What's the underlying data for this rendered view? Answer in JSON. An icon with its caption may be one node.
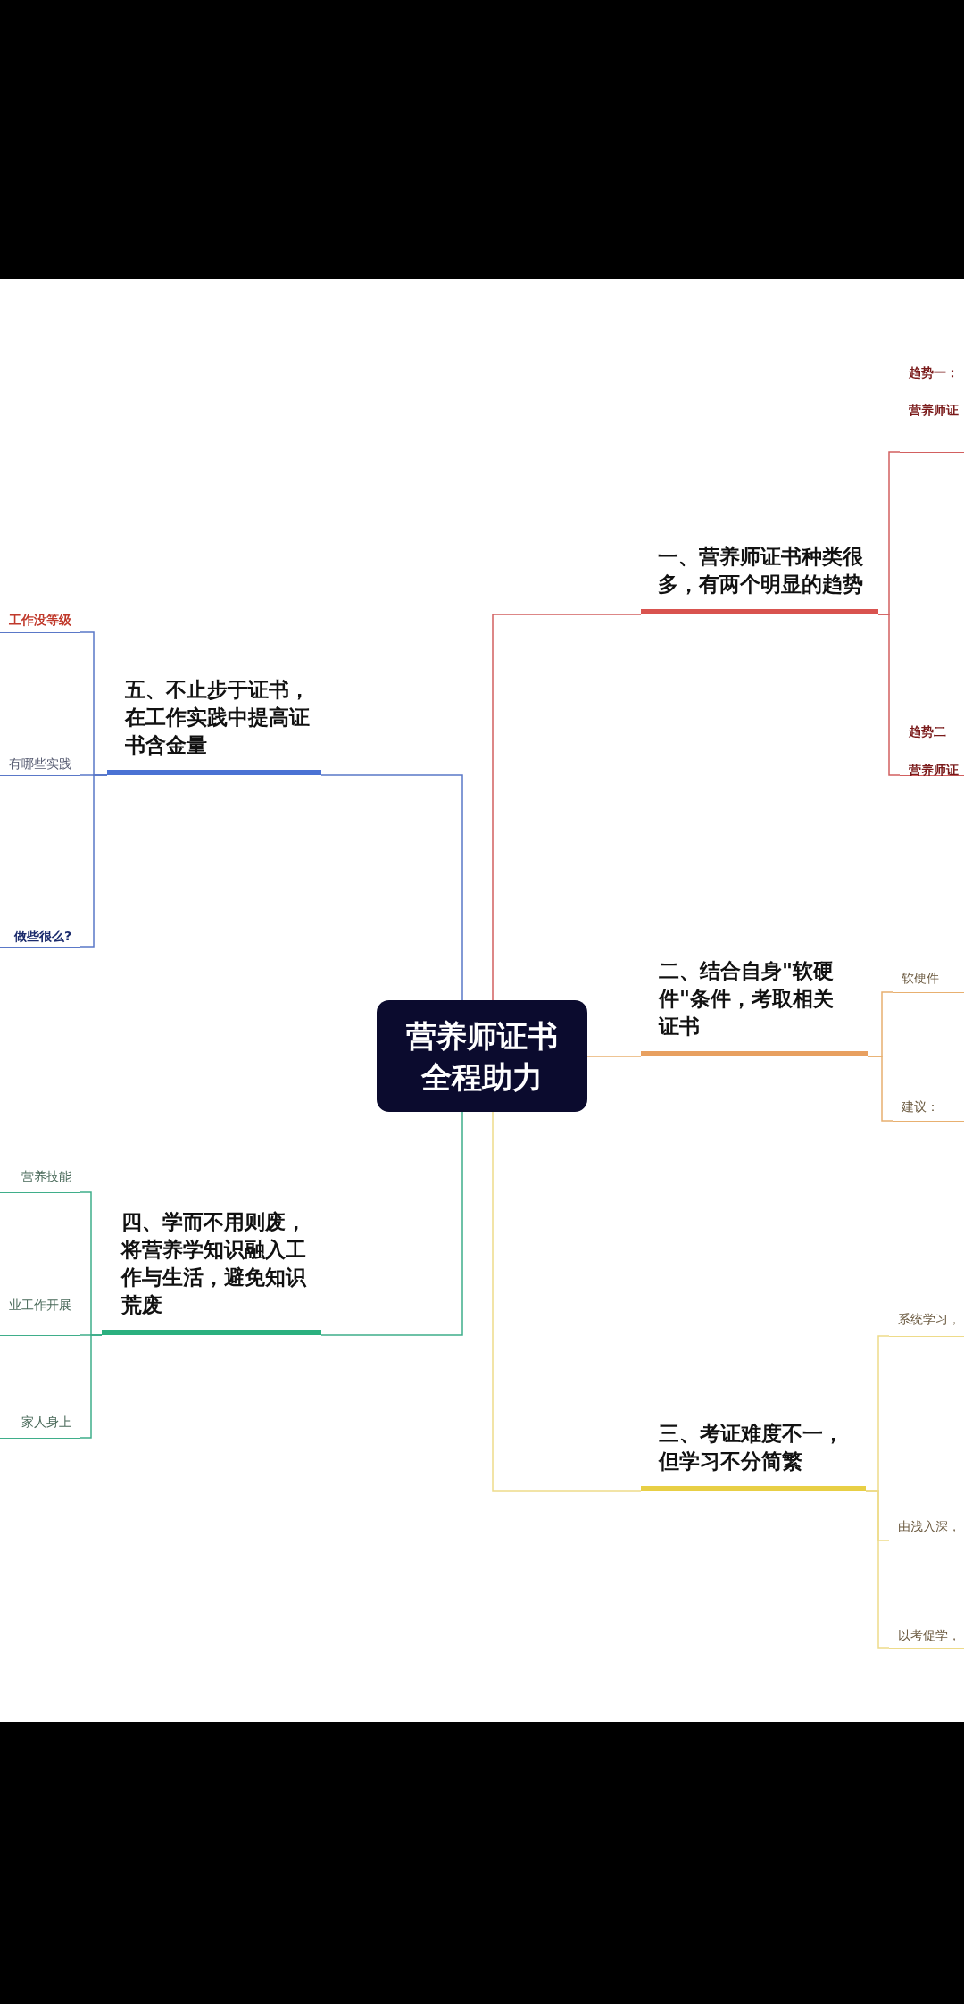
{
  "diagram": {
    "nodes": [
      {
        "text": [
          "营养师证书全程助力"
        ]
      },
      {
        "text": [
          "一、营养师证书种类很多，有两个明显的趋势"
        ]
      },
      {
        "text": [
          "趋势一：",
          "营养师证"
        ]
      },
      {
        "text": [
          "趋势二",
          "营养师证"
        ]
      },
      {
        "text": [
          "二、结合自身\"软硬件\"条件，考取相关证书"
        ]
      },
      {
        "text": [
          "软硬件"
        ]
      },
      {
        "text": [
          "建议："
        ]
      },
      {
        "text": [
          "三、考证难度不一，但学习不分简繁"
        ]
      },
      {
        "text": [
          "系统学习，"
        ]
      },
      {
        "text": [
          "由浅入深，"
        ]
      },
      {
        "text": [
          "以考促学，"
        ]
      },
      {
        "text": [
          "四、学而不用则废，将营养学知识融入工作与生活，避免知识荒废"
        ]
      },
      {
        "text": [
          "营养技能"
        ]
      },
      {
        "text": [
          "业工作开展"
        ]
      },
      {
        "text": [
          "家人身上"
        ]
      },
      {
        "text": [
          "五、不止步于证书，在工作实践中提高证书含金量"
        ]
      },
      {
        "text": [
          "工作没等级"
        ]
      },
      {
        "text": [
          "有哪些实践"
        ]
      },
      {
        "text": [
          "做些很么?"
        ]
      },
      {
        "text": [],
        "shape": "bar"
      },
      {
        "text": [],
        "shape": "bar"
      }
    ],
    "edges": [
      {
        "from": 0,
        "to": 1,
        "arrow": "none",
        "color": "#d26060"
      },
      {
        "from": 0,
        "to": 4,
        "arrow": "none",
        "color": "#e8b070"
      },
      {
        "from": 0,
        "to": 7,
        "arrow": "none",
        "color": "#eedb8a"
      },
      {
        "from": 0,
        "to": 11,
        "arrow": "none",
        "color": "#3fae8a"
      },
      {
        "from": 0,
        "to": 15,
        "arrow": "none",
        "color": "#5a78c8"
      },
      {
        "from": 1,
        "to": 2,
        "arrow": "none",
        "color": "#d26060"
      },
      {
        "from": 1,
        "to": 3,
        "arrow": "none",
        "color": "#d26060"
      },
      {
        "from": 4,
        "to": 5,
        "arrow": "none",
        "color": "#e8b070"
      },
      {
        "from": 4,
        "to": 6,
        "arrow": "none",
        "color": "#e8b070"
      },
      {
        "from": 7,
        "to": 8,
        "arrow": "none",
        "color": "#eedb8a"
      },
      {
        "from": 7,
        "to": 9,
        "arrow": "none",
        "color": "#eedb8a"
      },
      {
        "from": 7,
        "to": 10,
        "arrow": "none",
        "color": "#eedb8a"
      },
      {
        "from": 11,
        "to": 12,
        "arrow": "none",
        "color": "#3fae8a"
      },
      {
        "from": 11,
        "to": 13,
        "arrow": "none",
        "color": "#3fae8a"
      },
      {
        "from": 11,
        "to": 14,
        "arrow": "none",
        "color": "#3fae8a"
      },
      {
        "from": 15,
        "to": 16,
        "arrow": "none",
        "color": "#5a78c8"
      },
      {
        "from": 15,
        "to": 17,
        "arrow": "none",
        "color": "#5a78c8"
      },
      {
        "from": 15,
        "to": 18,
        "arrow": "none",
        "color": "#5a78c8"
      }
    ]
  }
}
